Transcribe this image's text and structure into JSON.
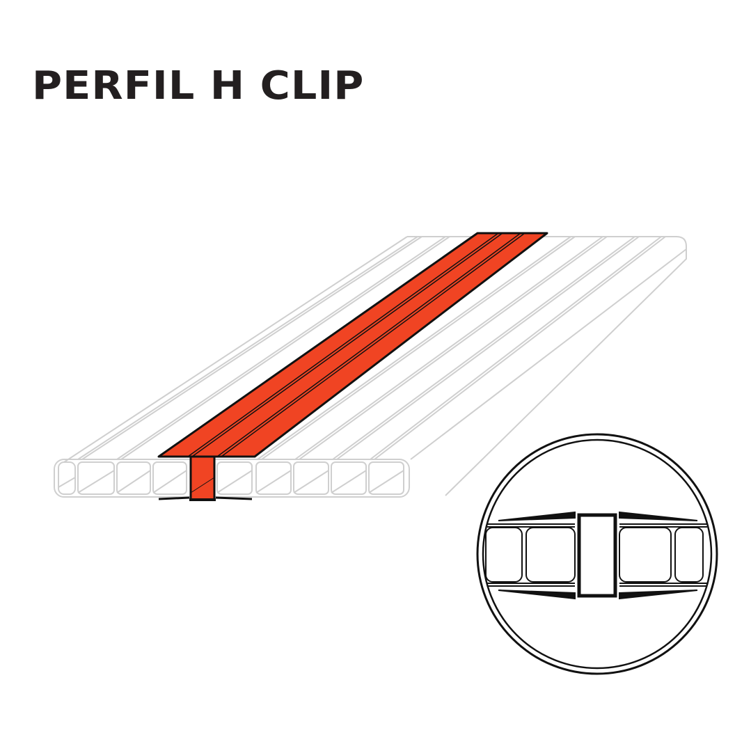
{
  "title": "PERFIL H CLIP",
  "colors": {
    "accent": "#f04423",
    "outline": "#111111",
    "panel_line": "#cfcfcf",
    "title": "#231f20",
    "background": "#ffffff"
  },
  "diagram": {
    "main_view": "polycarbonate-sheets-joined-by-h-profile",
    "detail_view": "circular-cross-section-of-h-clip"
  }
}
